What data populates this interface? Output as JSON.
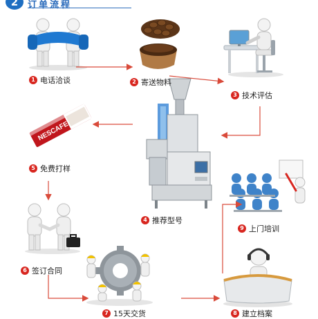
{
  "header": {
    "logo_glyph": "2",
    "title": "订单流程"
  },
  "steps": [
    {
      "number": "1",
      "label": "电话洽谈",
      "icon": "phone-handshake-figures-icon"
    },
    {
      "number": "2",
      "label": "寄送物料",
      "icon": "coffee-beans-and-grounds-icon"
    },
    {
      "number": "3",
      "label": "技术评估",
      "icon": "figure-at-computer-desk-icon"
    },
    {
      "number": "4",
      "label": "推荐型号",
      "icon": "vertical-packing-machine-icon"
    },
    {
      "number": "5",
      "label": "免费打样",
      "icon": "nescafe-stick-packet-icon"
    },
    {
      "number": "6",
      "label": "签订合同",
      "icon": "handshake-contract-figures-icon"
    },
    {
      "number": "7",
      "label": "15天交货",
      "icon": "workers-with-gear-icon"
    },
    {
      "number": "8",
      "label": "建立档案",
      "icon": "customer-service-desk-icon"
    },
    {
      "number": "9",
      "label": "上门培训",
      "icon": "classroom-training-icon"
    }
  ],
  "colors": {
    "accent_red": "#d8261f",
    "title_blue": "#2a6bbb",
    "arrow_red": "#d94a3a"
  }
}
